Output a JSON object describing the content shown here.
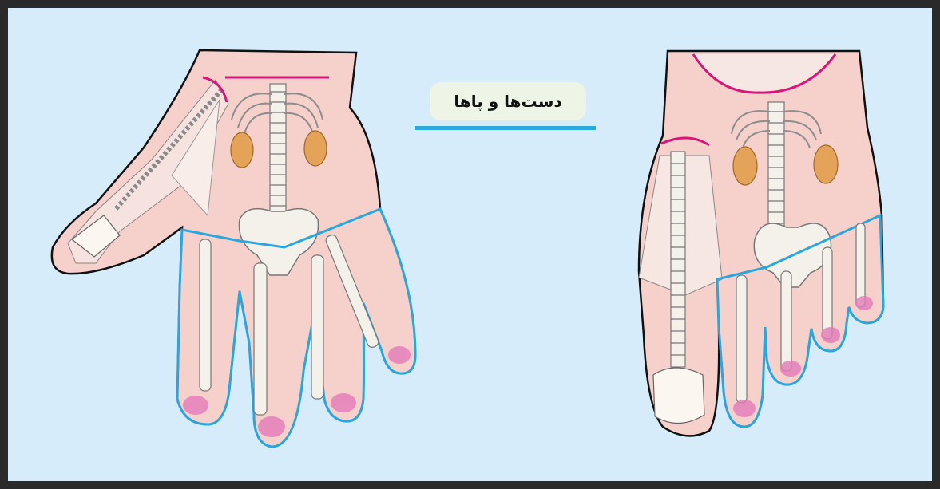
{
  "title": "دست‌ها و پاها",
  "colors": {
    "background": "#d6ecfb",
    "frame": "#2a2a2a",
    "skin": "#f6d0cb",
    "outline": "#111111",
    "zone_outline": "#2aa6dc",
    "arc": "#d6177a",
    "kidney": "#e5a35a",
    "bone": "#f4f1ea",
    "title_box": "#eef5e6",
    "title_underline": "#29a9df"
  },
  "figures": {
    "left": "hand-reflexology",
    "right": "foot-reflexology"
  }
}
